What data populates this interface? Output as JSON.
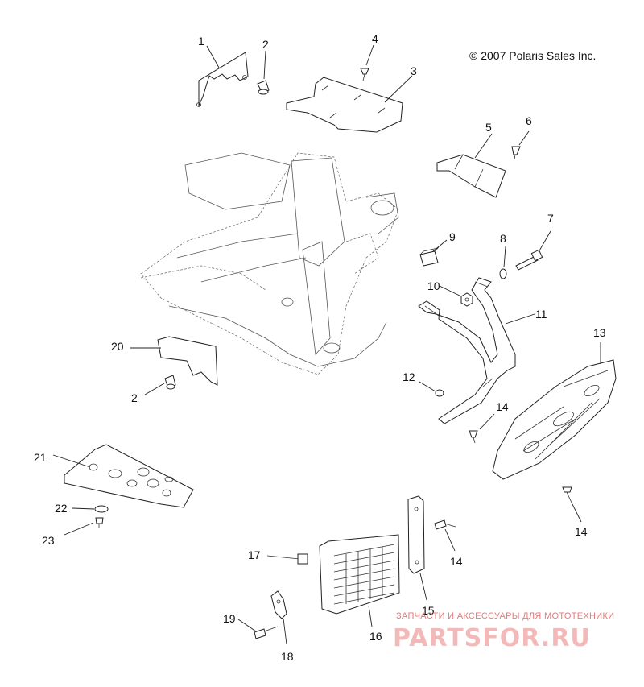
{
  "diagram": {
    "copyright": "© 2007 Polaris Sales Inc.",
    "callouts": [
      {
        "id": "c1",
        "label": "1"
      },
      {
        "id": "c2a",
        "label": "2"
      },
      {
        "id": "c3",
        "label": "3"
      },
      {
        "id": "c4",
        "label": "4"
      },
      {
        "id": "c5",
        "label": "5"
      },
      {
        "id": "c6",
        "label": "6"
      },
      {
        "id": "c7",
        "label": "7"
      },
      {
        "id": "c8",
        "label": "8"
      },
      {
        "id": "c9",
        "label": "9"
      },
      {
        "id": "c10",
        "label": "10"
      },
      {
        "id": "c11",
        "label": "11"
      },
      {
        "id": "c12",
        "label": "12"
      },
      {
        "id": "c13",
        "label": "13"
      },
      {
        "id": "c14a",
        "label": "14"
      },
      {
        "id": "c14b",
        "label": "14"
      },
      {
        "id": "c14c",
        "label": "14"
      },
      {
        "id": "c15",
        "label": "15"
      },
      {
        "id": "c16",
        "label": "16"
      },
      {
        "id": "c17",
        "label": "17"
      },
      {
        "id": "c18",
        "label": "18"
      },
      {
        "id": "c19",
        "label": "19"
      },
      {
        "id": "c20",
        "label": "20"
      },
      {
        "id": "c2b",
        "label": "2"
      },
      {
        "id": "c21",
        "label": "21"
      },
      {
        "id": "c22",
        "label": "22"
      },
      {
        "id": "c23",
        "label": "23"
      }
    ]
  },
  "watermark": {
    "tagline": "ЗАПЧАСТИ И АКСЕССУАРЫ ДЛЯ МОТОТЕХНИКИ",
    "brand": "PARTSFOR.RU",
    "color": "#e57a7a"
  }
}
